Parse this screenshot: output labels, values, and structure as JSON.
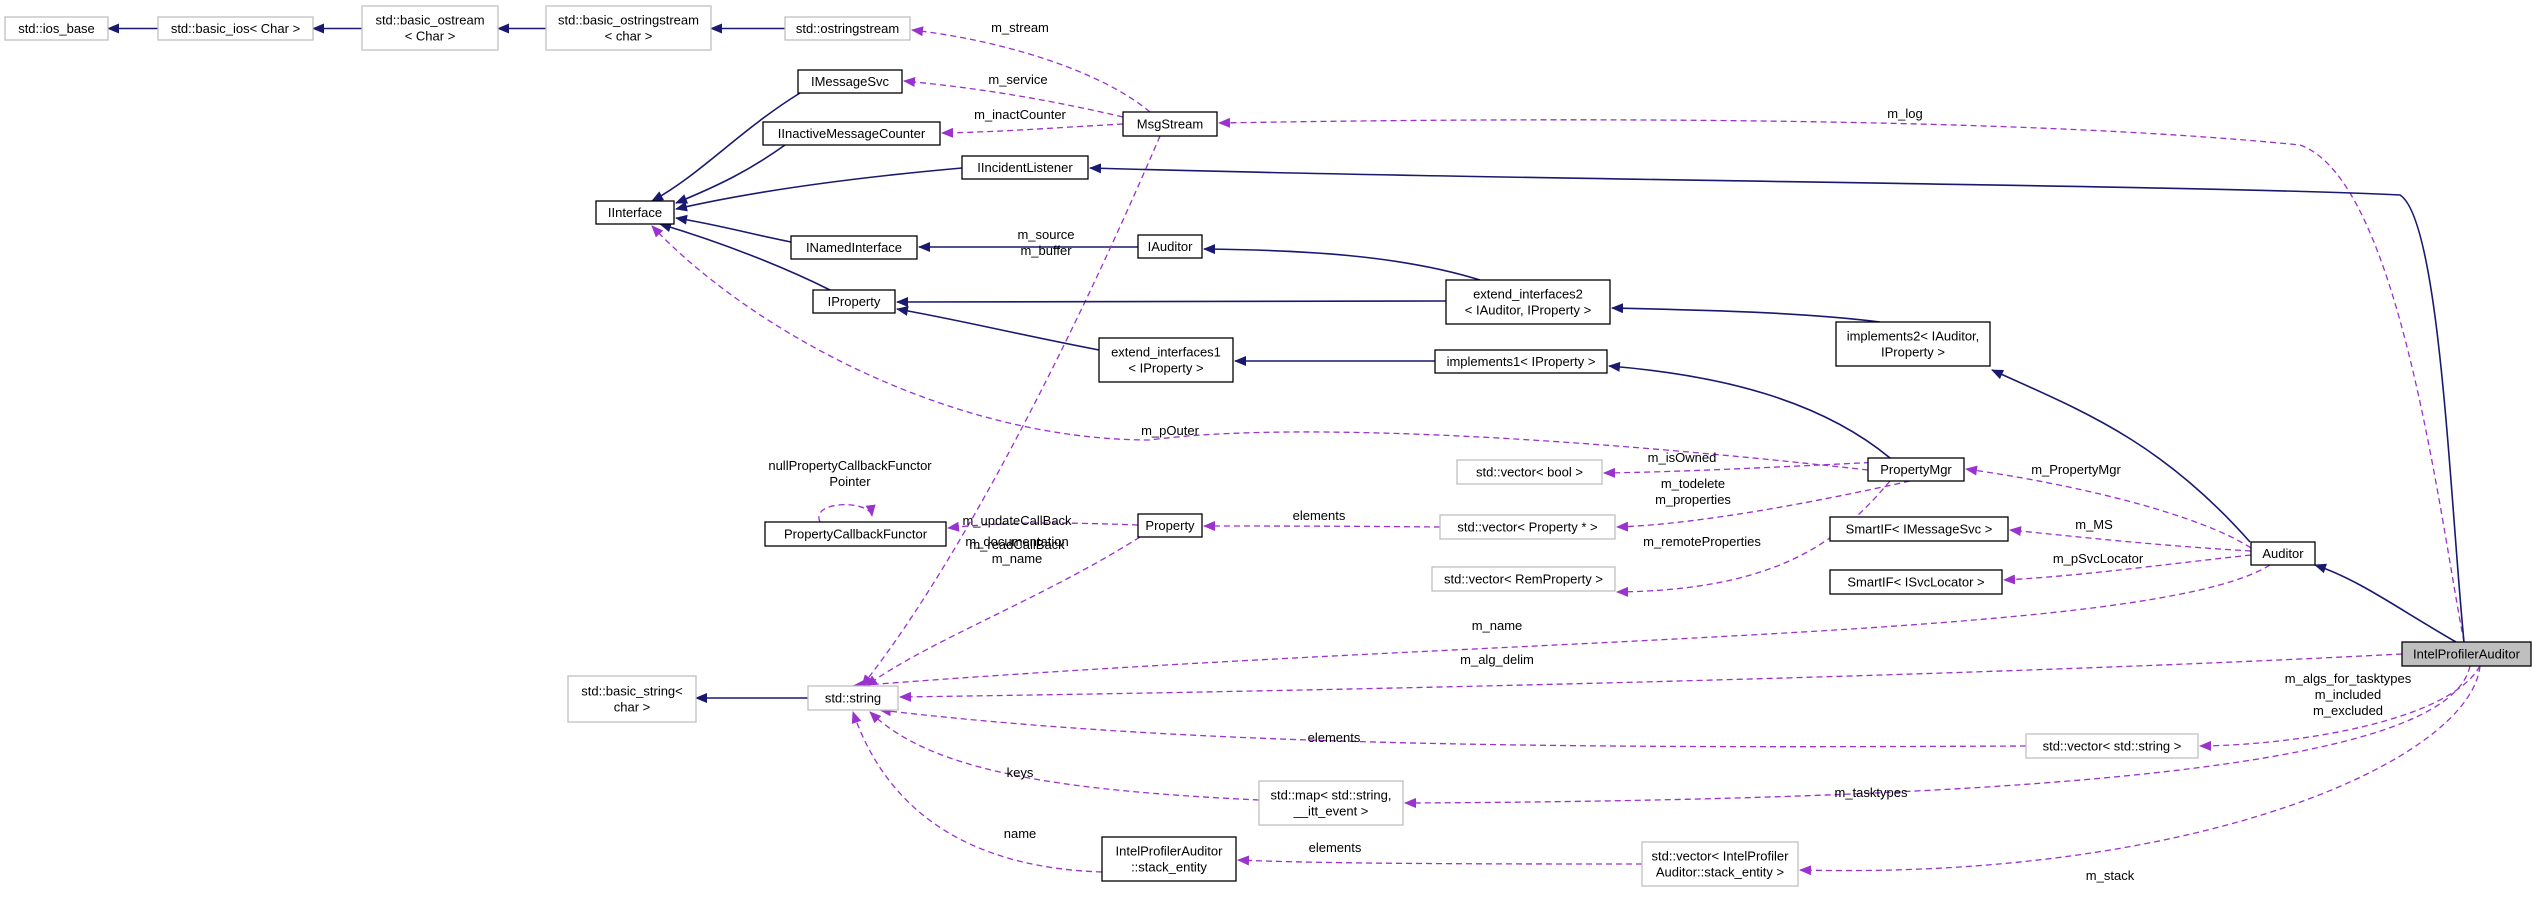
{
  "colors": {
    "inherit_edge": "#191970",
    "use_edge": "#9a32cd",
    "gray_border": "#bfbfbf",
    "highlight_fill": "#bfbfbf"
  },
  "nodes": [
    {
      "id": "ios_base",
      "lines": [
        "std::ios_base"
      ],
      "style": "gray"
    },
    {
      "id": "basic_ios",
      "lines": [
        "std::basic_ios< Char >"
      ],
      "style": "gray"
    },
    {
      "id": "basic_ostream",
      "lines": [
        "std::basic_ostream",
        "< Char >"
      ],
      "style": "gray"
    },
    {
      "id": "basic_ostringstream",
      "lines": [
        "std::basic_ostringstream",
        "< char >"
      ],
      "style": "gray"
    },
    {
      "id": "ostringstream",
      "lines": [
        "std::ostringstream"
      ],
      "style": "gray"
    },
    {
      "id": "IMessageSvc",
      "lines": [
        "IMessageSvc"
      ],
      "style": "solid"
    },
    {
      "id": "IInactiveMessageCounter",
      "lines": [
        "IInactiveMessageCounter"
      ],
      "style": "solid"
    },
    {
      "id": "MsgStream",
      "lines": [
        "MsgStream"
      ],
      "style": "solid"
    },
    {
      "id": "IIncidentListener",
      "lines": [
        "IIncidentListener"
      ],
      "style": "solid"
    },
    {
      "id": "IInterface",
      "lines": [
        "IInterface"
      ],
      "style": "solid"
    },
    {
      "id": "INamedInterface",
      "lines": [
        "INamedInterface"
      ],
      "style": "solid"
    },
    {
      "id": "IAuditor",
      "lines": [
        "IAuditor"
      ],
      "style": "solid"
    },
    {
      "id": "IProperty",
      "lines": [
        "IProperty"
      ],
      "style": "solid"
    },
    {
      "id": "extend_interfaces2",
      "lines": [
        "extend_interfaces2",
        "< IAuditor, IProperty >"
      ],
      "style": "solid"
    },
    {
      "id": "implements2",
      "lines": [
        "implements2< IAuditor,",
        "IProperty >"
      ],
      "style": "solid"
    },
    {
      "id": "extend_interfaces1",
      "lines": [
        "extend_interfaces1",
        "< IProperty >"
      ],
      "style": "solid"
    },
    {
      "id": "implements1",
      "lines": [
        "implements1< IProperty >"
      ],
      "style": "solid"
    },
    {
      "id": "vector_bool",
      "lines": [
        "std::vector< bool >"
      ],
      "style": "gray"
    },
    {
      "id": "PropertyMgr",
      "lines": [
        "PropertyMgr"
      ],
      "style": "solid"
    },
    {
      "id": "PropertyCallbackFunctor",
      "lines": [
        "PropertyCallbackFunctor"
      ],
      "style": "solid"
    },
    {
      "id": "Property",
      "lines": [
        "Property"
      ],
      "style": "solid"
    },
    {
      "id": "vector_property",
      "lines": [
        "std::vector< Property * >"
      ],
      "style": "gray"
    },
    {
      "id": "SmartIF_MsgSvc",
      "lines": [
        "SmartIF< IMessageSvc >"
      ],
      "style": "solid"
    },
    {
      "id": "Auditor",
      "lines": [
        "Auditor"
      ],
      "style": "solid"
    },
    {
      "id": "vector_remprop",
      "lines": [
        "std::vector< RemProperty >"
      ],
      "style": "gray"
    },
    {
      "id": "SmartIF_SvcLoc",
      "lines": [
        "SmartIF< ISvcLocator >"
      ],
      "style": "solid"
    },
    {
      "id": "IntelProfilerAuditor",
      "lines": [
        "IntelProfilerAuditor"
      ],
      "style": "highlight"
    },
    {
      "id": "basic_string",
      "lines": [
        "std::basic_string<",
        "char >"
      ],
      "style": "gray"
    },
    {
      "id": "std_string",
      "lines": [
        "std::string"
      ],
      "style": "gray"
    },
    {
      "id": "vector_string",
      "lines": [
        "std::vector< std::string >"
      ],
      "style": "gray"
    },
    {
      "id": "map_string",
      "lines": [
        "std::map< std::string,",
        "__itt_event >"
      ],
      "style": "gray"
    },
    {
      "id": "stack_entity",
      "lines": [
        "IntelProfilerAuditor",
        "::stack_entity"
      ],
      "style": "solid"
    },
    {
      "id": "vector_stack",
      "lines": [
        "std::vector< IntelProfiler",
        "Auditor::stack_entity >"
      ],
      "style": "gray"
    }
  ],
  "edges": [
    {
      "from": "basic_ios",
      "to": "ios_base",
      "kind": "inherit",
      "labels": []
    },
    {
      "from": "basic_ostream",
      "to": "basic_ios",
      "kind": "inherit",
      "labels": []
    },
    {
      "from": "basic_ostringstream",
      "to": "basic_ostream",
      "kind": "inherit",
      "labels": []
    },
    {
      "from": "ostringstream",
      "to": "basic_ostringstream",
      "kind": "inherit",
      "labels": []
    },
    {
      "from": "MsgStream",
      "to": "ostringstream",
      "kind": "use",
      "labels": [
        "m_stream"
      ]
    },
    {
      "from": "MsgStream",
      "to": "IMessageSvc",
      "kind": "use",
      "labels": [
        "m_service"
      ]
    },
    {
      "from": "MsgStream",
      "to": "IInactiveMessageCounter",
      "kind": "use",
      "labels": [
        "m_inactCounter"
      ]
    },
    {
      "from": "IntelProfilerAuditor",
      "to": "MsgStream",
      "kind": "use",
      "labels": [
        "m_log"
      ]
    },
    {
      "from": "IMessageSvc",
      "to": "IInterface",
      "kind": "inherit",
      "labels": []
    },
    {
      "from": "IInactiveMessageCounter",
      "to": "IInterface",
      "kind": "inherit",
      "labels": []
    },
    {
      "from": "IIncidentListener",
      "to": "IInterface",
      "kind": "inherit",
      "labels": []
    },
    {
      "from": "INamedInterface",
      "to": "IInterface",
      "kind": "inherit",
      "labels": []
    },
    {
      "from": "IProperty",
      "to": "IInterface",
      "kind": "inherit",
      "labels": []
    },
    {
      "from": "IntelProfilerAuditor",
      "to": "IIncidentListener",
      "kind": "inherit",
      "labels": []
    },
    {
      "from": "IAuditor",
      "to": "INamedInterface",
      "kind": "inherit",
      "labels": []
    },
    {
      "from": "MsgStream",
      "to": "std_string",
      "kind": "use",
      "labels": [
        "m_source",
        "m_buffer"
      ]
    },
    {
      "from": "extend_interfaces2",
      "to": "IAuditor",
      "kind": "inherit",
      "labels": []
    },
    {
      "from": "extend_interfaces2",
      "to": "IProperty",
      "kind": "inherit",
      "labels": []
    },
    {
      "from": "extend_interfaces1",
      "to": "IProperty",
      "kind": "inherit",
      "labels": []
    },
    {
      "from": "implements2",
      "to": "extend_interfaces2",
      "kind": "inherit",
      "labels": []
    },
    {
      "from": "implements1",
      "to": "extend_interfaces1",
      "kind": "inherit",
      "labels": []
    },
    {
      "from": "PropertyMgr",
      "to": "implements1",
      "kind": "inherit",
      "labels": []
    },
    {
      "from": "Auditor",
      "to": "implements2",
      "kind": "inherit",
      "labels": []
    },
    {
      "from": "PropertyMgr",
      "to": "IInterface",
      "kind": "use",
      "labels": [
        "m_pOuter"
      ]
    },
    {
      "from": "PropertyMgr",
      "to": "vector_bool",
      "kind": "use",
      "labels": [
        "m_isOwned"
      ]
    },
    {
      "from": "PropertyMgr",
      "to": "vector_property",
      "kind": "use",
      "labels": [
        "m_todelete",
        "m_properties"
      ]
    },
    {
      "from": "PropertyMgr",
      "to": "vector_remprop",
      "kind": "use",
      "labels": [
        "m_remoteProperties"
      ]
    },
    {
      "from": "Auditor",
      "to": "PropertyMgr",
      "kind": "use",
      "labels": [
        "m_PropertyMgr"
      ]
    },
    {
      "from": "PropertyCallbackFunctor",
      "to": "PropertyCallbackFunctor",
      "kind": "use",
      "labels": [
        "nullPropertyCallbackFunctor",
        "Pointer"
      ]
    },
    {
      "from": "Property",
      "to": "PropertyCallbackFunctor",
      "kind": "use",
      "labels": [
        "m_readCallBack",
        "m_updateCallBack"
      ]
    },
    {
      "from": "vector_property",
      "to": "Property",
      "kind": "use",
      "labels": [
        "elements"
      ]
    },
    {
      "from": "Property",
      "to": "std_string",
      "kind": "use",
      "labels": [
        "m_documentation",
        "m_name"
      ]
    },
    {
      "from": "Auditor",
      "to": "SmartIF_MsgSvc",
      "kind": "use",
      "labels": [
        "m_MS"
      ]
    },
    {
      "from": "Auditor",
      "to": "SmartIF_SvcLoc",
      "kind": "use",
      "labels": [
        "m_pSvcLocator"
      ]
    },
    {
      "from": "IntelProfilerAuditor",
      "to": "Auditor",
      "kind": "inherit",
      "labels": []
    },
    {
      "from": "Auditor",
      "to": "std_string",
      "kind": "use",
      "labels": [
        "m_name"
      ]
    },
    {
      "from": "IntelProfilerAuditor",
      "to": "std_string",
      "kind": "use",
      "labels": [
        "m_alg_delim"
      ]
    },
    {
      "from": "std_string",
      "to": "basic_string",
      "kind": "inherit",
      "labels": []
    },
    {
      "from": "vector_string",
      "to": "std_string",
      "kind": "use",
      "labels": [
        "elements"
      ]
    },
    {
      "from": "IntelProfilerAuditor",
      "to": "vector_string",
      "kind": "use",
      "labels": [
        "m_algs_for_tasktypes",
        "m_included",
        "m_excluded"
      ]
    },
    {
      "from": "map_string",
      "to": "std_string",
      "kind": "use",
      "labels": [
        "keys"
      ]
    },
    {
      "from": "IntelProfilerAuditor",
      "to": "map_string",
      "kind": "use",
      "labels": [
        "m_tasktypes"
      ]
    },
    {
      "from": "stack_entity",
      "to": "std_string",
      "kind": "use",
      "labels": [
        "name"
      ]
    },
    {
      "from": "vector_stack",
      "to": "stack_entity",
      "kind": "use",
      "labels": [
        "elements"
      ]
    },
    {
      "from": "IntelProfilerAuditor",
      "to": "vector_stack",
      "kind": "use",
      "labels": [
        "m_stack"
      ]
    }
  ]
}
